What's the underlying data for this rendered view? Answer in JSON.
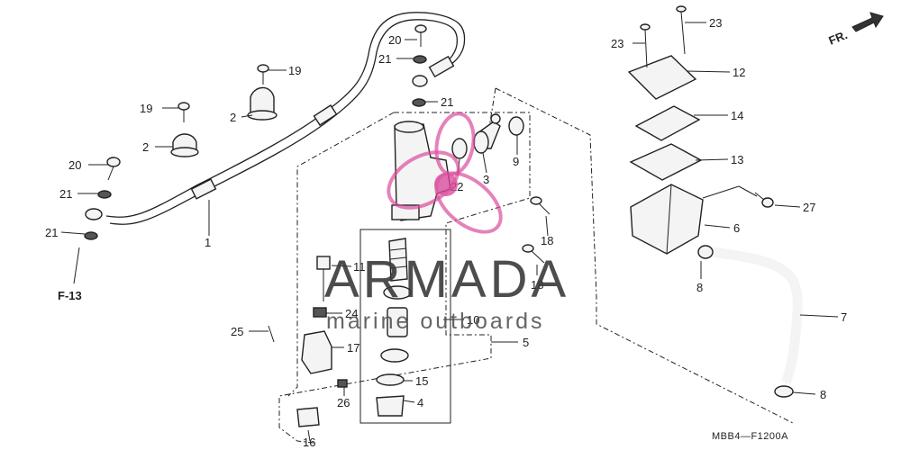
{
  "watermark": {
    "brand": "ARMADA",
    "tagline": "marine outboards",
    "accent_color": "#d9479a"
  },
  "diagram": {
    "code": "MBB4—F1200A",
    "direction_label": "FR.",
    "ref_label": "F-13",
    "callouts": {
      "c1": "1",
      "c2a": "2",
      "c2b": "2",
      "c3": "3",
      "c4": "4",
      "c5": "5",
      "c6": "6",
      "c7": "7",
      "c8a": "8",
      "c8b": "8",
      "c9": "9",
      "c10": "10",
      "c11": "11",
      "c12": "12",
      "c13": "13",
      "c14": "14",
      "c15": "15",
      "c16": "16",
      "c17": "17",
      "c18a": "18",
      "c18b": "18",
      "c19a": "19",
      "c19b": "19",
      "c20a": "20",
      "c20b": "20",
      "c21a": "21",
      "c21b": "21",
      "c21c": "21",
      "c21d": "21",
      "c22": "22",
      "c23a": "23",
      "c23b": "23",
      "c24": "24",
      "c25": "25",
      "c26": "26",
      "c27": "27"
    }
  }
}
